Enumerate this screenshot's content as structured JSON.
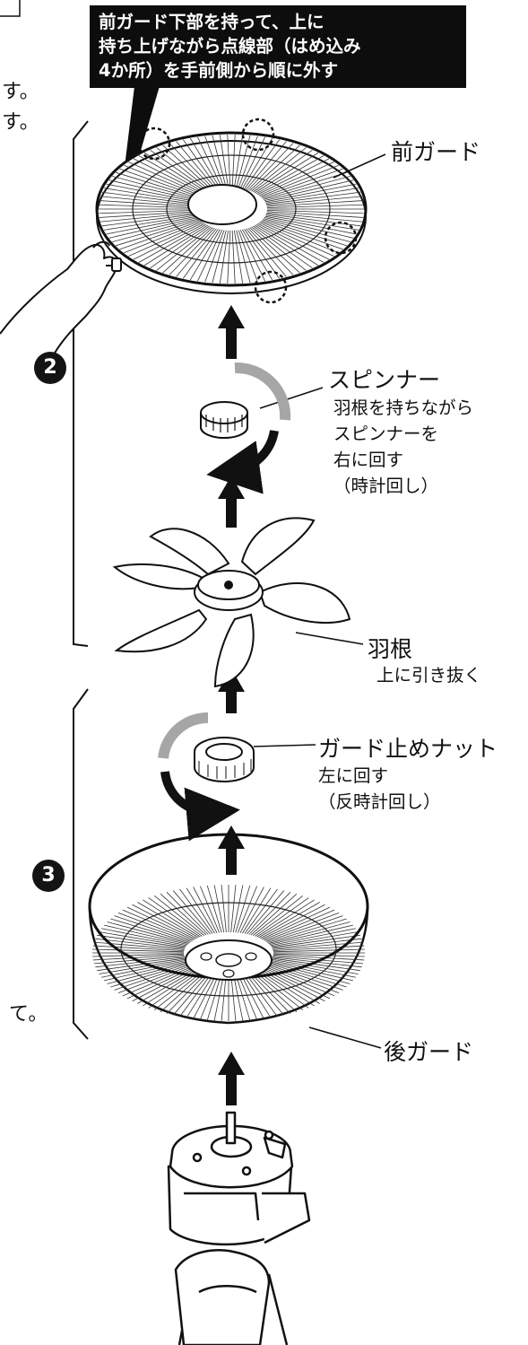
{
  "callout": {
    "lines": [
      "前ガード下部を持って、上に",
      "持ち上げながら点線部（はめ込み",
      "4か所）を手前側から順に外す"
    ]
  },
  "labels": {
    "front_guard": "前ガード",
    "spinner": "スピンナー",
    "spinner_instructions": [
      "羽根を持ちながら",
      "スピンナーを",
      "右に回す",
      "（時計回し）"
    ],
    "blade": "羽根",
    "blade_instructions": [
      "上に引き抜く"
    ],
    "guard_nut": "ガード止めナット",
    "guard_nut_instructions": [
      "左に回す",
      "（反時計回し）"
    ],
    "rear_guard": "後ガード"
  },
  "steps": {
    "two": "2",
    "three": "3"
  },
  "edge_fragments": {
    "su_1": "す。",
    "su_2": "す。",
    "te": "て。"
  },
  "colors": {
    "ink": "#111111",
    "callout_bg": "#0d0d0d",
    "rotation_gray": "#a6a6a6"
  }
}
